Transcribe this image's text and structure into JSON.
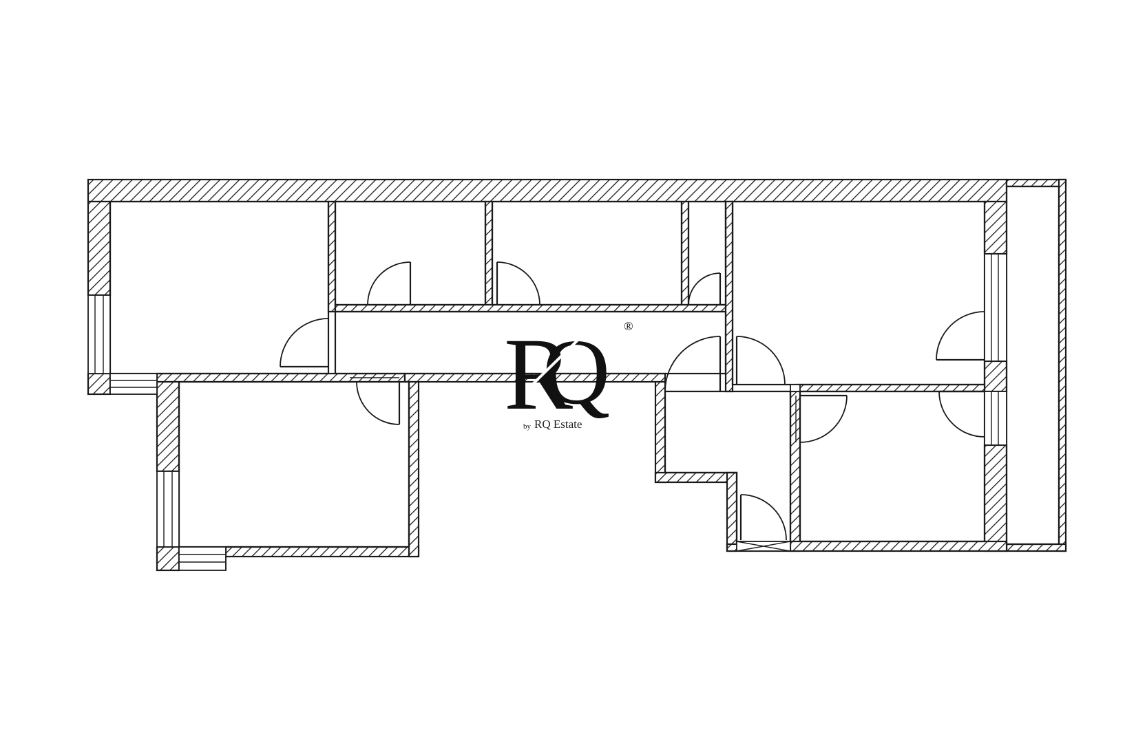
{
  "logo": {
    "monogram_r": "R",
    "monogram_q": "Q",
    "registered_mark": "®",
    "by_text": "by",
    "brand_text": "RQ Estate",
    "ink_color": "#111111"
  },
  "plan": {
    "wall_color": "#1a1a1a",
    "background_color": "#ffffff"
  }
}
